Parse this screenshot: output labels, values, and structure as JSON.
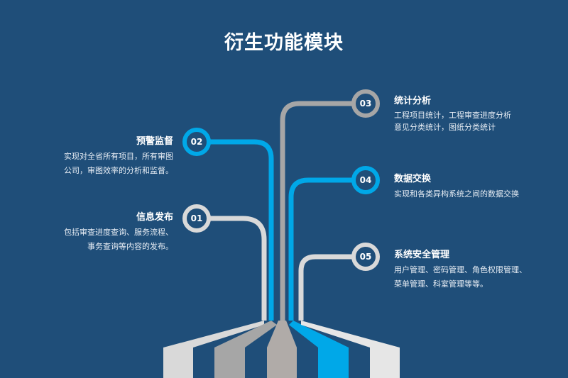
{
  "title": "衍生功能模块",
  "colors": {
    "background": "#1f4e79",
    "accent_blue": "#00a8e8",
    "gray_light": "#d9d9d9",
    "gray_mid": "#a6a6a6",
    "gray_dark": "#b0aba8",
    "white_pale": "#e6e6e6"
  },
  "items": [
    {
      "number": "01",
      "heading": "信息发布",
      "desc_lines": [
        "包括审查进度查询、服务流程、",
        "事务查询等内容的发布。"
      ]
    },
    {
      "number": "02",
      "heading": "预警监督",
      "desc_lines": [
        "实现对全省所有项目，所有审图",
        "公司，审图效率的分析和监督。"
      ]
    },
    {
      "number": "03",
      "heading": "统计分析",
      "desc_lines": [
        "工程项目统计，工程审查进度分析",
        "意见分类统计，图纸分类统计"
      ]
    },
    {
      "number": "04",
      "heading": "数据交换",
      "desc_lines": [
        "实现和各类异构系统之间的数据交换"
      ]
    },
    {
      "number": "05",
      "heading": "系统安全管理",
      "desc_lines": [
        "用户管理、密码管理、角色权限管理、",
        "菜单管理、科室管理等等。"
      ]
    }
  ]
}
